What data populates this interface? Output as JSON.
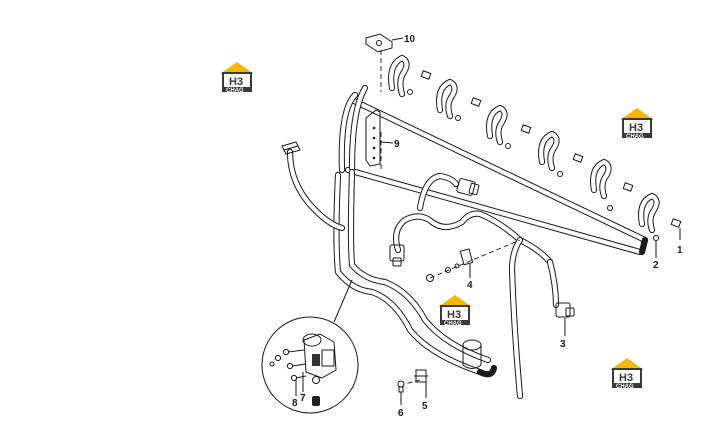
{
  "callouts": {
    "c1": "1",
    "c2": "2",
    "c3": "3",
    "c4": "4",
    "c5": "5",
    "c6": "6",
    "c7": "7",
    "c8": "8",
    "c9": "9",
    "c10": "10"
  },
  "watermark": {
    "brand_main": "H3",
    "brand_sub": "CHAG",
    "colors": {
      "roof": "#f5b800",
      "panel": "#3a3a3a",
      "text": "#ffffff"
    }
  }
}
